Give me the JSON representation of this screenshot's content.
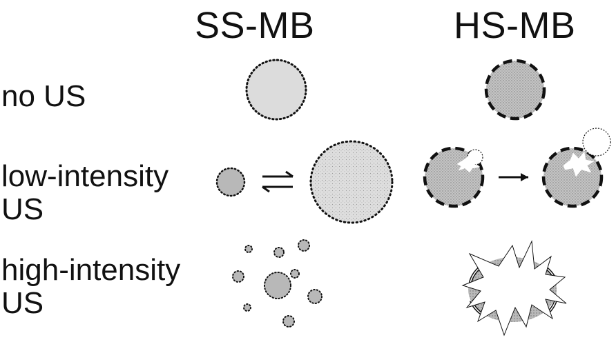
{
  "columns": {
    "ss": "SS-MB",
    "hs": "HS-MB"
  },
  "rows": {
    "no_us": {
      "line1": "no US"
    },
    "low": {
      "line1": "low-intensity",
      "line2": "US"
    },
    "high": {
      "line1": "high-intensity",
      "line2": "US"
    }
  },
  "colors": {
    "ink": "#111111",
    "ss_fill": "#dcdcdc",
    "ss_fill_small": "#b8b8b8",
    "hs_fill": "#c9c9c9",
    "background": "#ffffff"
  },
  "symbols": {
    "equilibrium": "equilibrium-arrows-icon",
    "transition": "right-arrow-icon",
    "rupture": "burst-icon"
  }
}
